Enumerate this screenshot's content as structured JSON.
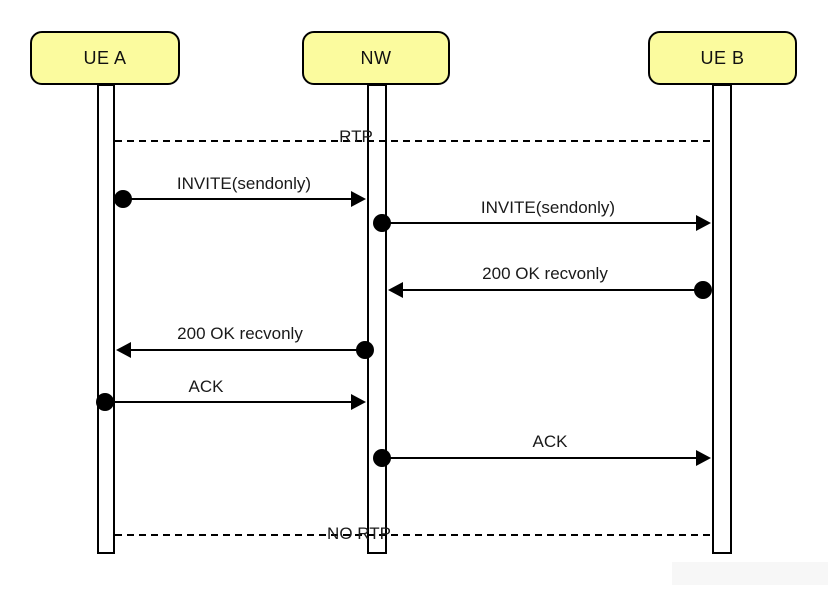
{
  "diagram_type": "sequence-diagram",
  "actors": [
    {
      "name": "UE A"
    },
    {
      "name": "NW"
    },
    {
      "name": "UE B"
    }
  ],
  "phases": [
    {
      "label": "RTP"
    },
    {
      "label": "NO RTP"
    }
  ],
  "messages": [
    {
      "label": "INVITE(sendonly)",
      "from": "UE A",
      "to": "NW"
    },
    {
      "label": "INVITE(sendonly)",
      "from": "NW",
      "to": "UE B"
    },
    {
      "label": "200 OK recvonly",
      "from": "UE B",
      "to": "NW"
    },
    {
      "label": "200 OK recvonly",
      "from": "NW",
      "to": "UE A"
    },
    {
      "label": "ACK",
      "from": "UE A",
      "to": "NW"
    },
    {
      "label": "ACK",
      "from": "NW",
      "to": "UE B"
    }
  ],
  "colors": {
    "actor_fill": "#FBFB9E",
    "actor_border": "#000000",
    "line": "#000000",
    "text": "#1A1A1A",
    "background": "#FFFFFF"
  }
}
